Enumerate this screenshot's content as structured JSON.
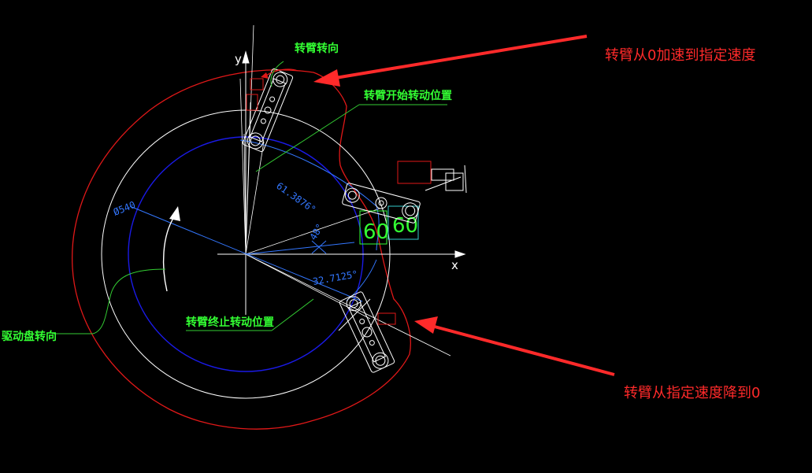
{
  "colors": {
    "background": "#000000",
    "outer_cam": "#e01818",
    "reference_circle": "#ffffff",
    "inner_circle": "#1a1ae6",
    "axis": "#ffffff",
    "annotation_text": "#33ff33",
    "leader": "#33cc33",
    "callout_text": "#ff2a2a",
    "callout_arrow": "#ff2a2a",
    "dimension": "#3377ff",
    "dimension_boxed": "#33ff33",
    "mechanism": "#ffffff"
  },
  "axes": {
    "x_label": "x",
    "y_label": "y"
  },
  "labels": {
    "arm_rotation_direction": "转臂转向",
    "arm_start_position": "转臂开始转动位置",
    "arm_stop_position": "转臂终止转动位置",
    "disk_rotation_direction": "驱动盘转向"
  },
  "callouts": {
    "accelerate": "转臂从0加速到指定速度",
    "decelerate": "转臂从指定速度降到0"
  },
  "dimensions": {
    "diameter": "Ø540",
    "upper_angle": "61.3876°",
    "lower_angle": "32.7125°",
    "small_angle": "48°",
    "boxed_left": "60",
    "boxed_right": "60"
  },
  "icons": {
    "arm_rotation_arrow": "curved-arrow-icon",
    "disk_rotation_arrow": "curved-arrow-icon",
    "callout_arrows": "red-arrow-icon"
  }
}
